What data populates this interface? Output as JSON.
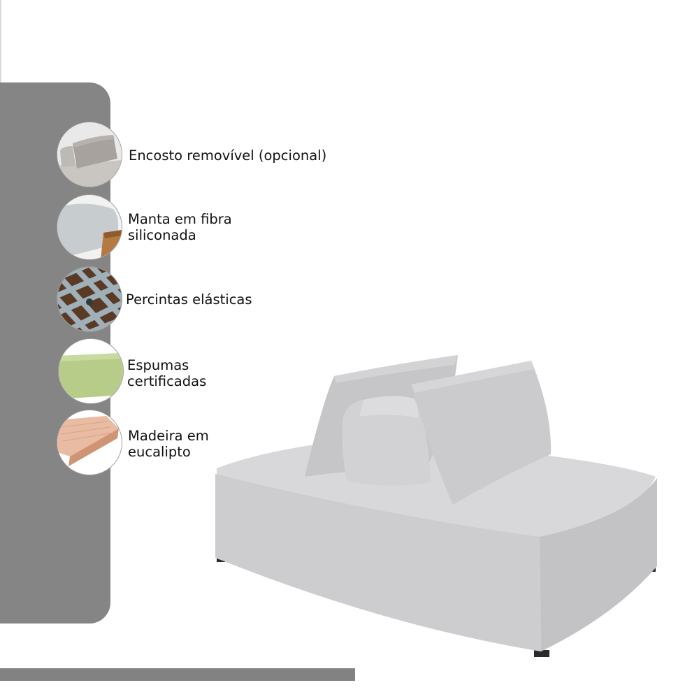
{
  "features": [
    {
      "icon": "backrest-cushion-icon",
      "label": "Encosto removível (opcional)"
    },
    {
      "icon": "fiber-blanket-icon",
      "label": "Manta em fibra\nsiliconada"
    },
    {
      "icon": "elastic-webbing-icon",
      "label": "Percintas elásticas"
    },
    {
      "icon": "foam-icon",
      "label": "Espumas\ncertificadas"
    },
    {
      "icon": "eucalyptus-wood-icon",
      "label": "Madeira em\neucalipto"
    }
  ],
  "colors": {
    "panel": "#858585",
    "sofa_fabric": "#cfcfd1",
    "foam": "#b8cc8a",
    "wood": "#e6b49a"
  }
}
